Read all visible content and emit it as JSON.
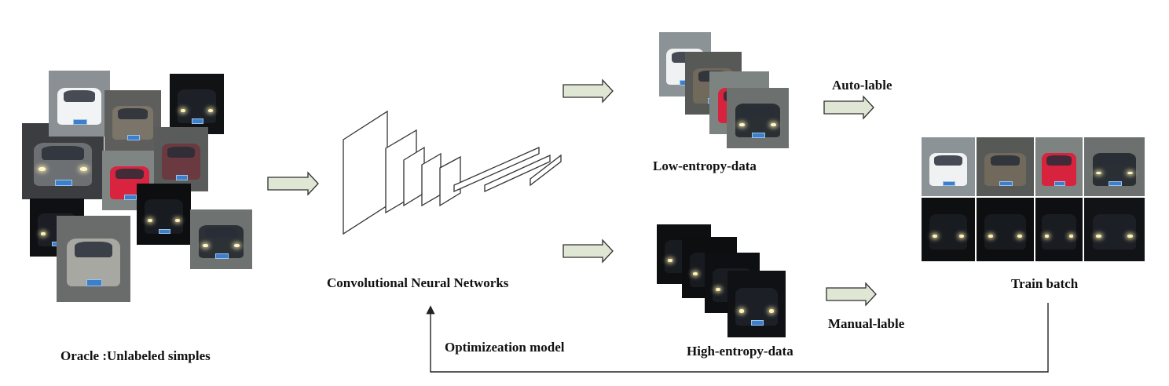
{
  "labels": {
    "oracle": "Oracle :Unlabeled simples",
    "cnn": "Convolutional  Neural Networks",
    "low_entropy": "Low-entropy-data",
    "high_entropy": "High-entropy-data",
    "auto_label": "Auto-lable",
    "manual_label": "Manual-lable",
    "train_batch": "Train batch",
    "optimization": "Optimizeation model"
  },
  "colors": {
    "arrow_fill": "#dfe6d3",
    "arrow_stroke": "#2e2e2e",
    "line": "#222222"
  },
  "icons": [
    "car-photo",
    "block-arrow-right",
    "cnn-layer-diagram"
  ]
}
